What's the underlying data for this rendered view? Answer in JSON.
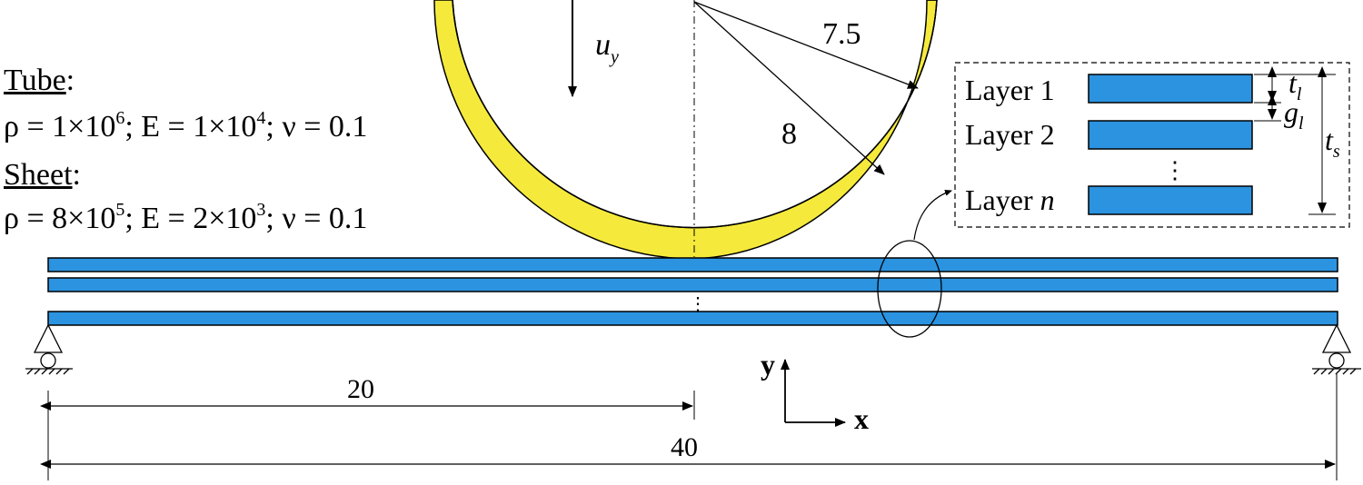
{
  "tube": {
    "heading": "Tube",
    "colon": ":",
    "rho_prefix": "ρ = 1",
    "rho_base": "10",
    "rho_exp": "6",
    "e_prefix": "; E = 1",
    "e_base": "10",
    "e_exp": "4",
    "nu": "; ν = 0.1",
    "inner_radius_label": "7.5",
    "outer_radius_label": "8",
    "displacement_label": "u",
    "displacement_sub": "y",
    "fill_color": "#f5ea3c"
  },
  "sheet": {
    "heading": "Sheet",
    "colon": ":",
    "rho_prefix": "ρ = 8",
    "rho_base": "10",
    "rho_exp": "5",
    "e_prefix": "; E = 2",
    "e_base": "10",
    "e_exp": "3",
    "nu": "; ν = 0.1",
    "layer_color": "#2b93e0"
  },
  "times_symbol": "×",
  "inset": {
    "layer1": "Layer 1",
    "layer2": "Layer 2",
    "layer_n_prefix": "Layer ",
    "layer_n_var": "n",
    "tl": "t",
    "tl_sub": "l",
    "gl": "g",
    "gl_sub": "l",
    "ts": "t",
    "ts_sub": "s",
    "dots": "⋮"
  },
  "dimensions": {
    "half_span": "20",
    "full_span": "40"
  },
  "axes": {
    "y": "y",
    "x": "x"
  }
}
